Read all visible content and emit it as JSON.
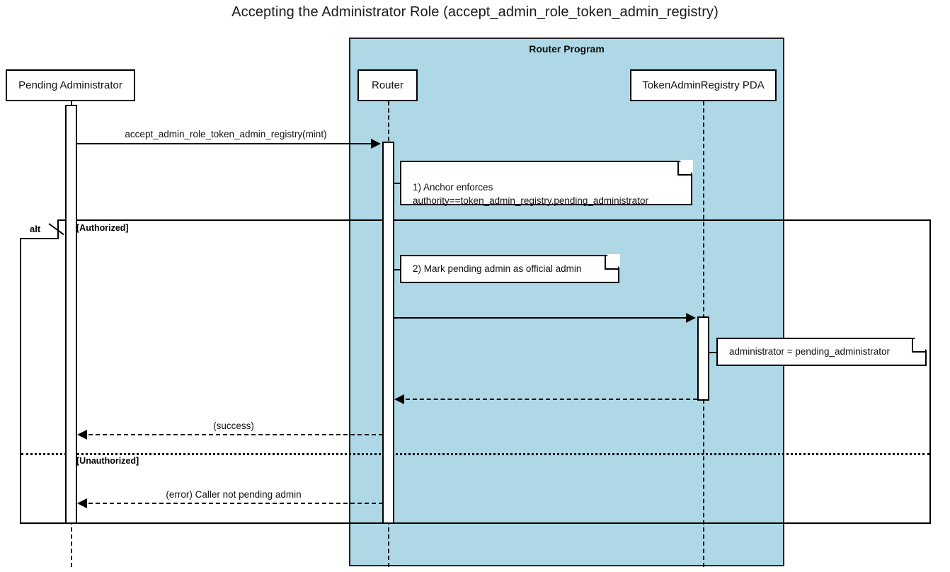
{
  "title": "Accepting the Administrator Role (accept_admin_role_token_admin_registry)",
  "group": {
    "label": "Router Program"
  },
  "participants": [
    {
      "id": "pending-administrator",
      "label": "Pending Administrator"
    },
    {
      "id": "router",
      "label": "Router"
    },
    {
      "id": "token-admin-registry-pda",
      "label": "TokenAdminRegistry PDA"
    }
  ],
  "messages": [
    {
      "id": "accept-call",
      "label": "accept_admin_role_token_admin_registry(mint)",
      "from": "pending-administrator",
      "to": "router",
      "style": "solid"
    },
    {
      "id": "router-to-pda",
      "label": "",
      "from": "router",
      "to": "token-admin-registry-pda",
      "style": "solid"
    },
    {
      "id": "pda-to-router-return",
      "label": "",
      "from": "token-admin-registry-pda",
      "to": "router",
      "style": "dashed"
    },
    {
      "id": "success-return",
      "label": "(success)",
      "from": "router",
      "to": "pending-administrator",
      "style": "dashed"
    },
    {
      "id": "error-return",
      "label": "(error) Caller not pending admin",
      "from": "router",
      "to": "pending-administrator",
      "style": "dashed"
    }
  ],
  "notes": [
    {
      "id": "note-anchor-enforces",
      "text": "1) Anchor enforces\nauthority==token_admin_registry.pending_administrator",
      "anchor": "router"
    },
    {
      "id": "note-mark-pending-admin",
      "text": "2) Mark pending admin as official admin",
      "anchor": "router"
    },
    {
      "id": "note-administrator-assign",
      "text": "administrator = pending_administrator",
      "anchor": "token-admin-registry-pda"
    }
  ],
  "alt_fragment": {
    "operator": "alt",
    "conditions": [
      {
        "id": "authorized",
        "label": "[Authorized]"
      },
      {
        "id": "unauthorized",
        "label": "[Unauthorized]"
      }
    ]
  },
  "colors": {
    "group_background": "#aed8e6",
    "stroke": "#000000",
    "page_background": "#ffffff"
  }
}
